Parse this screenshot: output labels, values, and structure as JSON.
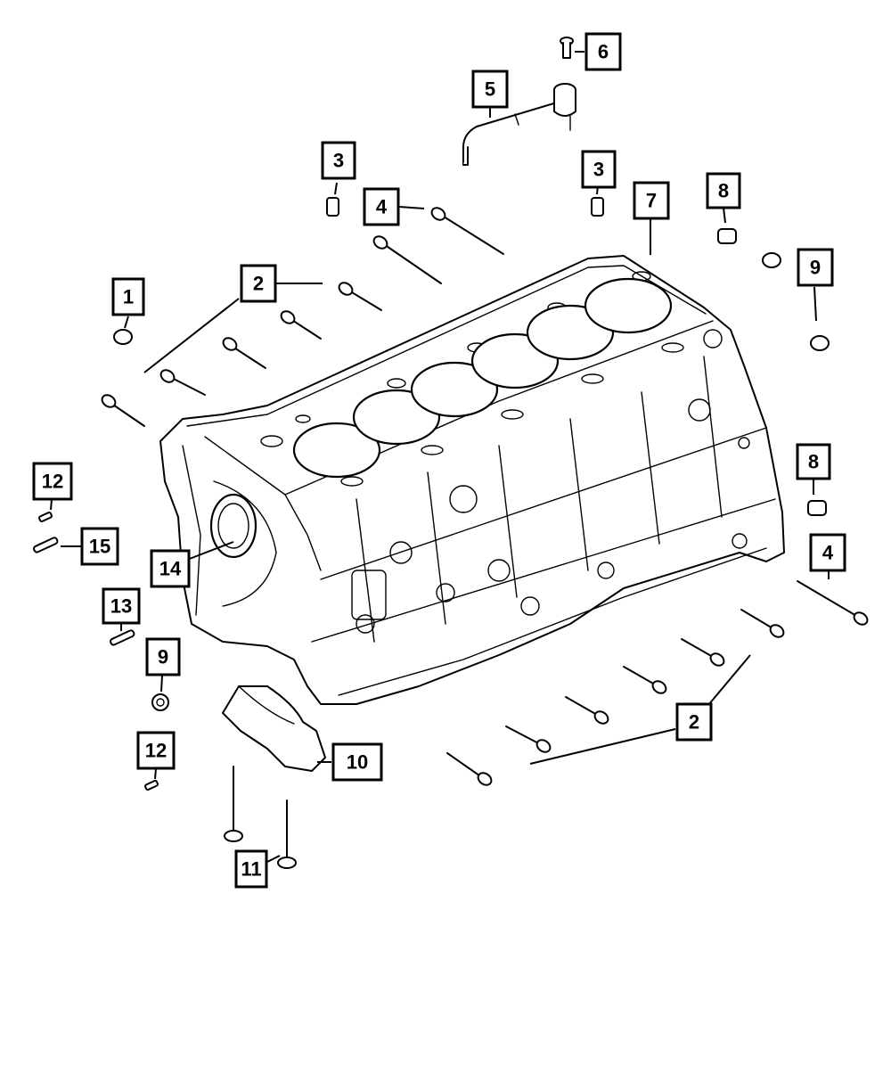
{
  "callouts": [
    {
      "id": "c1",
      "text": "1"
    },
    {
      "id": "c2a",
      "text": "2"
    },
    {
      "id": "c2b",
      "text": "2"
    },
    {
      "id": "c3a",
      "text": "3"
    },
    {
      "id": "c3b",
      "text": "3"
    },
    {
      "id": "c4a",
      "text": "4"
    },
    {
      "id": "c4b",
      "text": "4"
    },
    {
      "id": "c5",
      "text": "5"
    },
    {
      "id": "c6",
      "text": "6"
    },
    {
      "id": "c7",
      "text": "7"
    },
    {
      "id": "c8a",
      "text": "8"
    },
    {
      "id": "c8b",
      "text": "8"
    },
    {
      "id": "c9a",
      "text": "9"
    },
    {
      "id": "c9b",
      "text": "9"
    },
    {
      "id": "c10",
      "text": "10"
    },
    {
      "id": "c11",
      "text": "11"
    },
    {
      "id": "c12a",
      "text": "12"
    },
    {
      "id": "c12b",
      "text": "12"
    },
    {
      "id": "c13",
      "text": "13"
    },
    {
      "id": "c14",
      "text": "14"
    },
    {
      "id": "c15",
      "text": "15"
    }
  ],
  "colors": {
    "line": "#000000",
    "background": "#ffffff"
  }
}
